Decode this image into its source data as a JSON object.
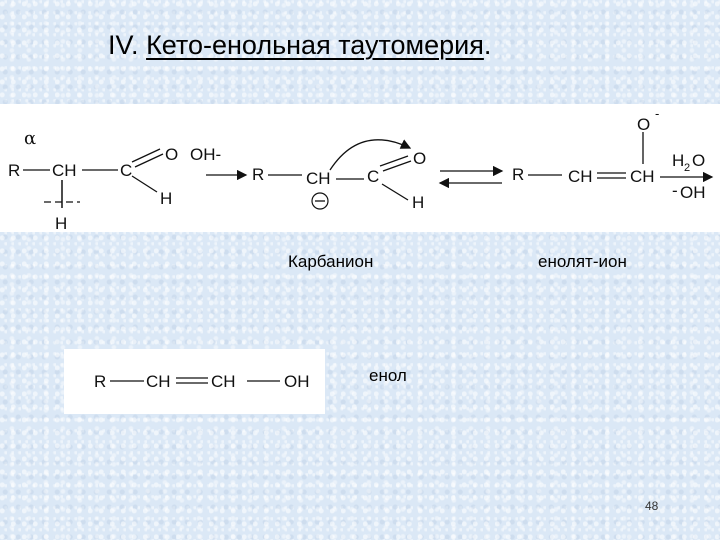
{
  "slide": {
    "title_number": "IV",
    "title_sep": ". ",
    "title_text": "Кето-енольная таутомерия",
    "title_end": ".",
    "page_number": "48"
  },
  "scheme": {
    "alpha": "α",
    "R": "R",
    "CH": "CH",
    "C_bold": "C",
    "H_bold": "H",
    "C": "C",
    "O": "O",
    "H": "H",
    "reagent": "OH-",
    "minus": "−",
    "O_anion": "O",
    "anion_charge": "-",
    "water": "H",
    "water_sub": "2",
    "water_O": "O",
    "hydroxide": "OH",
    "hydroxide_prefix": "-"
  },
  "labels": {
    "carbanion": "Карбанион",
    "enolate": "енолят-ион",
    "enol": "енол"
  },
  "enol_formula": {
    "R": "R",
    "CH1": "CH",
    "CH2": "CH",
    "OH": "OH"
  }
}
